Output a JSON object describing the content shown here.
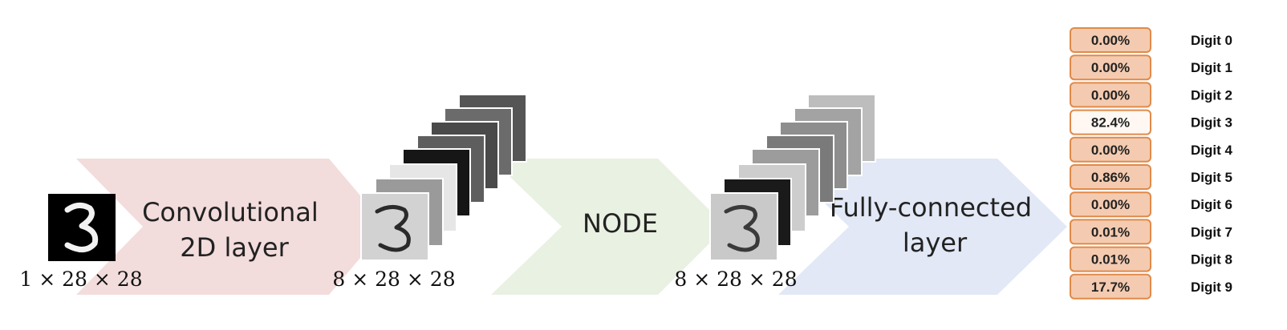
{
  "stages": [
    {
      "label_lines": [
        "Convolutional",
        "2D layer"
      ],
      "color": "#f3dcdc"
    },
    {
      "label_lines": [
        "NODE"
      ],
      "color": "#e9f1e2"
    },
    {
      "label_lines": [
        "Fully-connected",
        "layer"
      ],
      "color": "#e2e8f5"
    }
  ],
  "shapes": [
    "1 × 28 × 28",
    "8 × 28 × 28",
    "8 × 28 × 28"
  ],
  "outputs": [
    {
      "digit": "Digit 0",
      "prob": "0.00%",
      "highlight": false
    },
    {
      "digit": "Digit 1",
      "prob": "0.00%",
      "highlight": false
    },
    {
      "digit": "Digit 2",
      "prob": "0.00%",
      "highlight": false
    },
    {
      "digit": "Digit 3",
      "prob": "82.4%",
      "highlight": true
    },
    {
      "digit": "Digit 4",
      "prob": "0.00%",
      "highlight": false
    },
    {
      "digit": "Digit 5",
      "prob": "0.86%",
      "highlight": false
    },
    {
      "digit": "Digit 6",
      "prob": "0.00%",
      "highlight": false
    },
    {
      "digit": "Digit 7",
      "prob": "0.01%",
      "highlight": false
    },
    {
      "digit": "Digit 8",
      "prob": "0.01%",
      "highlight": false
    },
    {
      "digit": "Digit 9",
      "prob": "17.7%",
      "highlight": false
    }
  ],
  "colors": {
    "prob_fill": "#f4cbb0",
    "prob_fill_highlight": "#fff8f2",
    "prob_stroke": "#e08a4a"
  }
}
